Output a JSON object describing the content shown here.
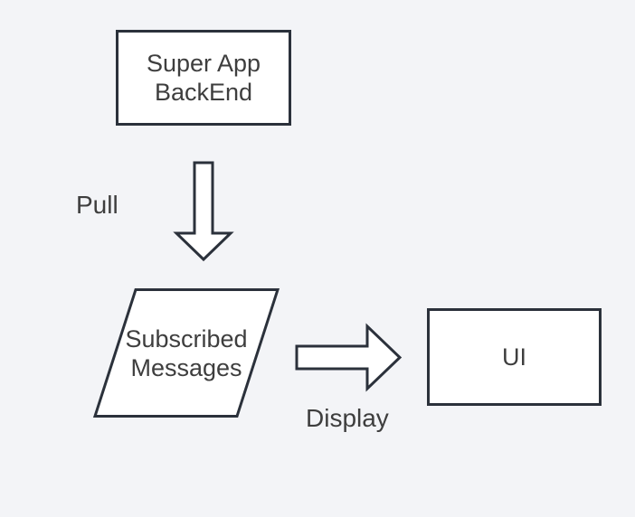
{
  "diagram": {
    "title": "message-flow-diagram",
    "nodes": [
      {
        "id": "backend",
        "shape": "rectangle",
        "label": "Super App\nBackEnd"
      },
      {
        "id": "subscribed-messages",
        "shape": "parallelogram",
        "label": "Subscribed\nMessages"
      },
      {
        "id": "ui",
        "shape": "rectangle",
        "label": "UI"
      }
    ],
    "edges": [
      {
        "from": "backend",
        "to": "subscribed-messages",
        "label": "Pull",
        "direction": "down",
        "arrow_style": "hollow-block"
      },
      {
        "from": "subscribed-messages",
        "to": "ui",
        "label": "Display",
        "direction": "right",
        "arrow_style": "hollow-block"
      }
    ],
    "colors": {
      "background": "#f3f4f7",
      "shape_fill": "#ffffff",
      "shape_stroke": "#2b313b",
      "text": "#3e3e3e"
    }
  }
}
